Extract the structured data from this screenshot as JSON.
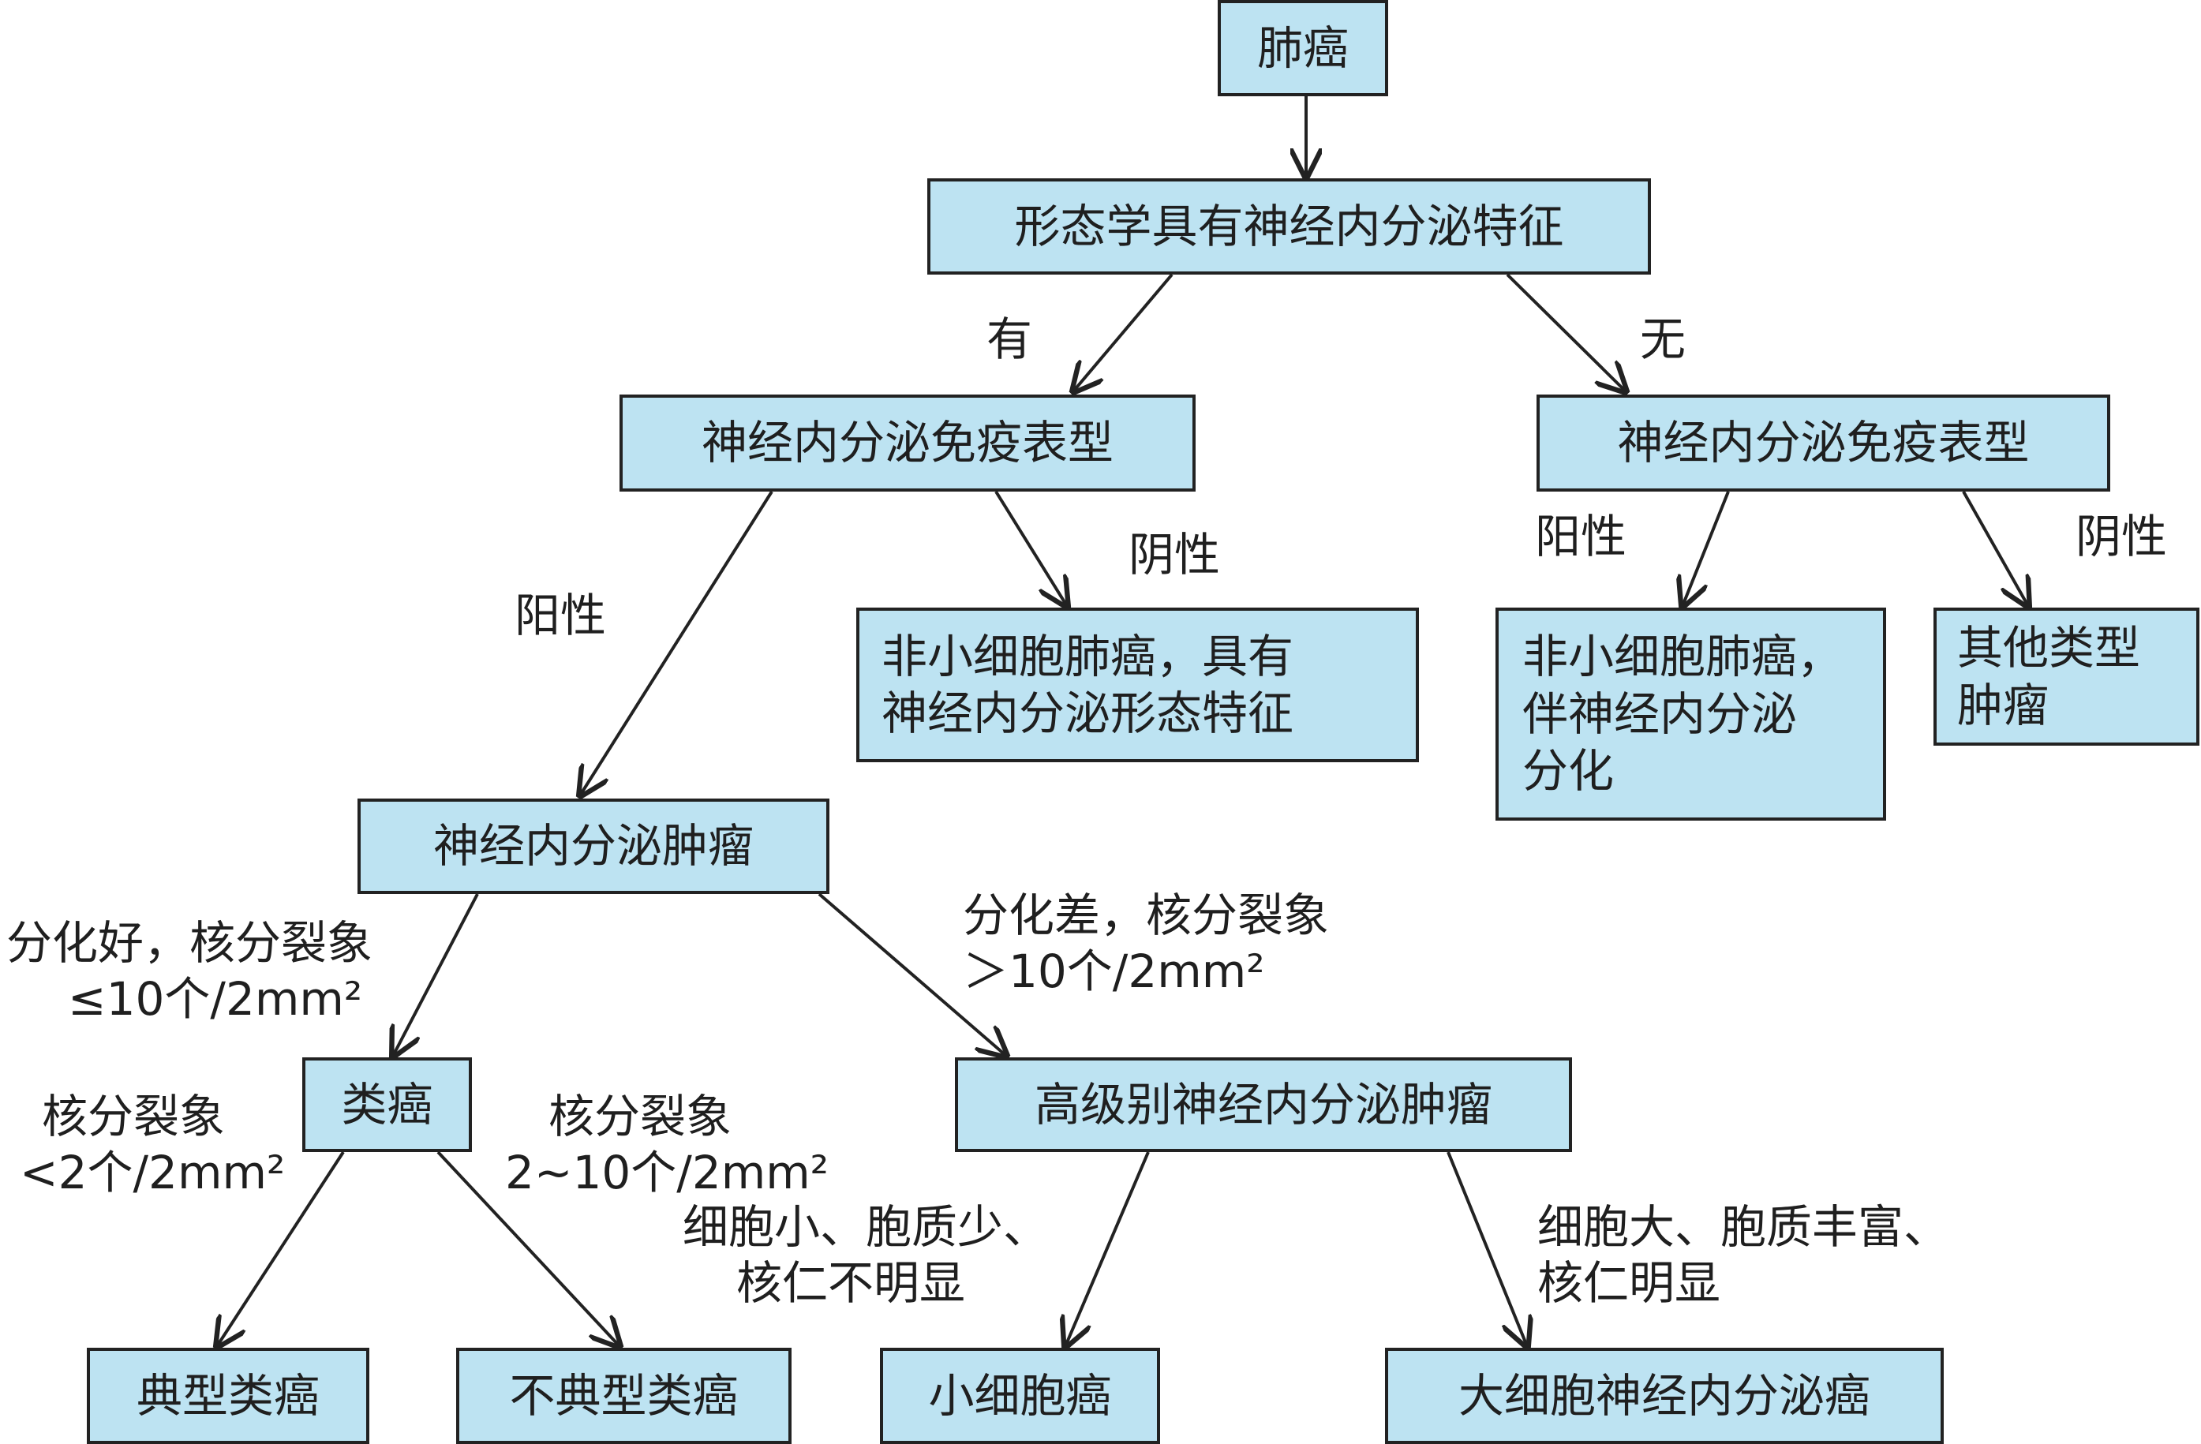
{
  "nodes": {
    "lung_cancer": "肺癌",
    "ne_morphology": "形态学具有神经内分泌特征",
    "ne_ihc_left": "神经内分泌免疫表型",
    "ne_ihc_right": "神经内分泌免疫表型",
    "nsclc_ne_morph": [
      "非小细胞肺癌，具有",
      "神经内分泌形态特征"
    ],
    "nsclc_ne_diff": [
      "非小细胞肺癌，",
      "伴神经内分泌",
      "分化"
    ],
    "other_tumors": [
      "其他类型",
      "肿瘤"
    ],
    "ne_tumor": "神经内分泌肿瘤",
    "carcinoid": "类癌",
    "high_grade_ne": "高级别神经内分泌肿瘤",
    "typical_carcinoid": "典型类癌",
    "atypical_carcinoid": "不典型类癌",
    "small_cell": "小细胞癌",
    "large_cell_ne": "大细胞神经内分泌癌"
  },
  "edge_labels": {
    "yes": "有",
    "no": "无",
    "left_positive": "阳性",
    "left_negative": "阴性",
    "right_positive": "阳性",
    "right_negative": "阴性",
    "well_diff": [
      "分化好，核分裂象",
      "≤10个/2mm²"
    ],
    "poor_diff": [
      "分化差，核分裂象",
      "＞10个/2mm²"
    ],
    "mitosis_low": [
      "核分裂象",
      "<2个/2mm²"
    ],
    "mitosis_mid": [
      "核分裂象",
      "2~10个/2mm²"
    ],
    "small_cell_features": [
      "细胞小、胞质少、",
      "核仁不明显"
    ],
    "large_cell_features": [
      "细胞大、胞质丰富、",
      "核仁明显"
    ]
  },
  "colors": {
    "box_fill": "#bde3f2",
    "box_border": "#222222",
    "arrow": "#222222",
    "text": "#1f1f1f"
  }
}
